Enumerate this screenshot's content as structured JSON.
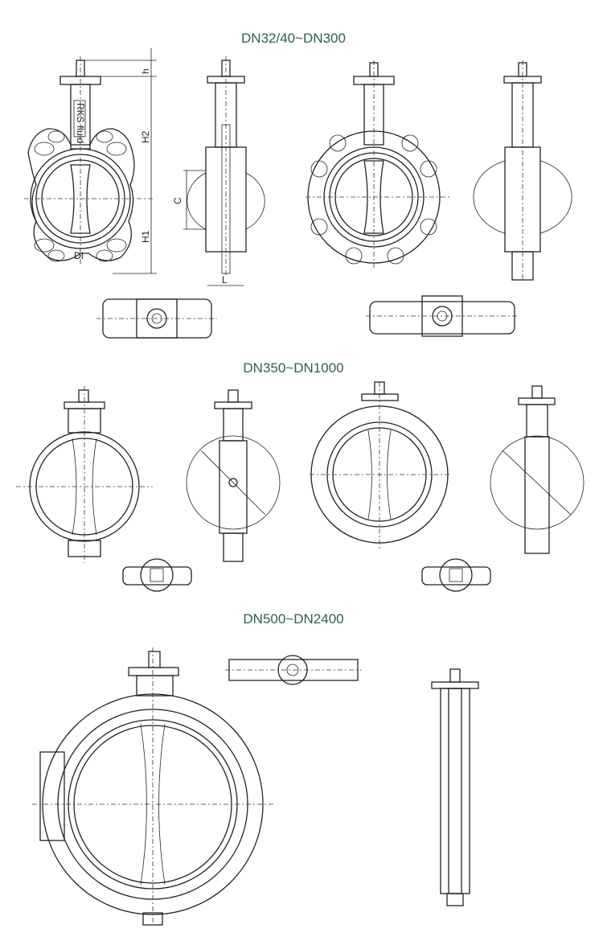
{
  "sections": [
    {
      "title": "DN32/40~DN300"
    },
    {
      "title": "DN350~DN1000"
    },
    {
      "title": "DN500~DN2400"
    }
  ],
  "dimension_labels": {
    "h": "h",
    "H2": "H2",
    "H1": "H1",
    "C": "C",
    "L": "L"
  },
  "body_markings": {
    "brand": "RKS fluid",
    "material": "DI"
  }
}
